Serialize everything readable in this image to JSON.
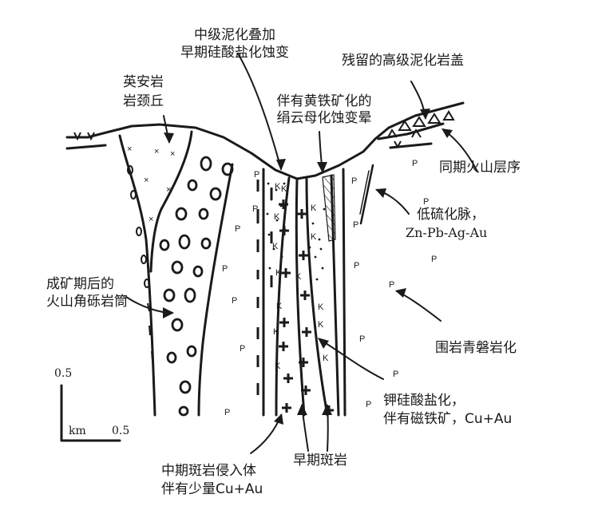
{
  "labels": {
    "top_center_1": "中级泥化叠加",
    "top_center_2": "早期硅酸盐化蚀变",
    "lithocap": "残留的高级泥化岩盖",
    "dacite_1": "英安岩",
    "dacite_2": "岩颈丘",
    "sericite_1": "伴有黄铁矿化的",
    "sericite_2": "绢云母化蚀变晕",
    "coeval_volcanics": "同期火山层序",
    "low_s_vein_1": "低硫化脉，",
    "low_s_vein_2": "Zn-Pb-Ag-Au",
    "breccia_1": "成矿期后的",
    "breccia_2": "火山角砾岩筒",
    "propylitic": "围岩青磐岩化",
    "potassic_1": "钾硅酸盐化，",
    "potassic_2": "伴有磁铁矿，Cu+Au",
    "early_porphyry": "早期斑岩",
    "inter_porphyry_1": "中期斑岩侵入体",
    "inter_porphyry_2": "伴有少量Cu+Au"
  },
  "scale_bar": {
    "vertical_value": "0.5",
    "unit": "km",
    "horizontal_value": "0.5"
  },
  "symbols": {
    "propylitic": "P",
    "potassic": "K",
    "dacite": "×",
    "porphyry": "+",
    "volcanic": "v"
  },
  "colors": {
    "ink": "#1a1a1a",
    "background": "#ffffff"
  }
}
